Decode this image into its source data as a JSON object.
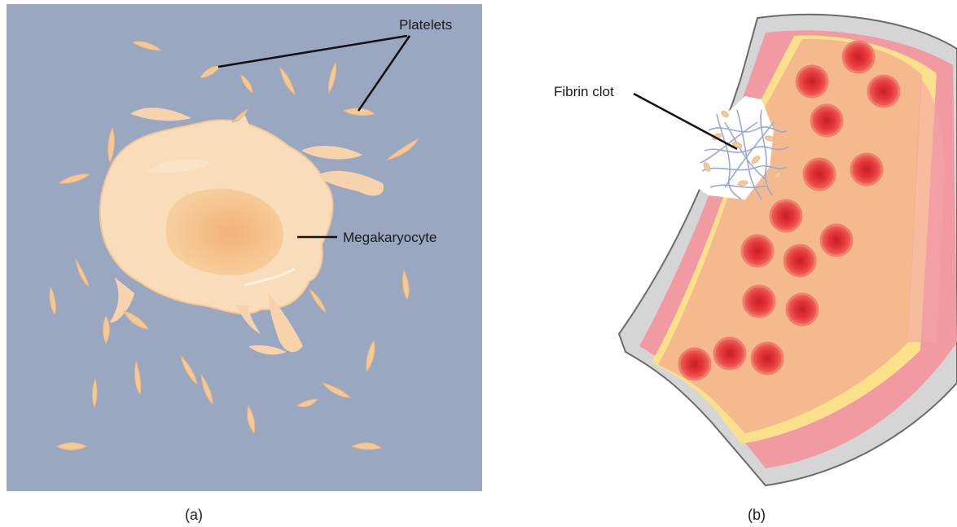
{
  "panel_a": {
    "caption": "(a)",
    "labels": {
      "platelets": "Platelets",
      "megakaryocyte": "Megakaryocyte"
    },
    "colors": {
      "background": "#9aa7c1",
      "cell": "#f9d9b6",
      "platelet": "#f4c998"
    }
  },
  "panel_b": {
    "caption": "(b)",
    "labels": {
      "fibrin_clot": "Fibrin clot"
    },
    "colors": {
      "vessel_wall": "#f09aa2",
      "lumen": "#f5b98e",
      "elastic_layer": "#fbe08c",
      "red_cell": "#e5383b",
      "fibrin": "#9aa6d8"
    }
  }
}
